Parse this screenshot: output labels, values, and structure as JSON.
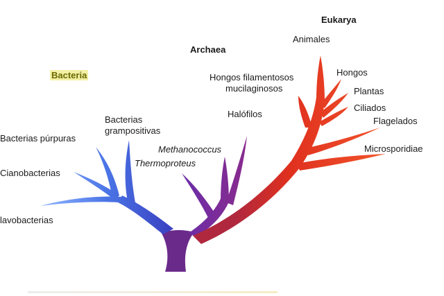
{
  "domains": {
    "bacteria": "Bacteria",
    "archaea": "Archaea",
    "eukarya": "Eukarya"
  },
  "bacteria_groups": {
    "purpuras": "Bacterias púrpuras",
    "grampositivas_line1": "Bacterias",
    "grampositivas_line2": "grampositivas",
    "cianobacterias": "Cianobacterias",
    "flavobacterias": "lavobacterias"
  },
  "archaea_groups": {
    "halofilos": "Halófilos",
    "methanococcus": "Methanococcus",
    "thermoproteus": "Thermoproteus"
  },
  "eukarya_groups": {
    "animales": "Animales",
    "hongos_fil_line1": "Hongos filamentosos",
    "hongos_fil_line2": "mucilaginosos",
    "hongos": "Hongos",
    "plantas": "Plantas",
    "ciliados": "Ciliados",
    "flagelados": "Flagelados",
    "microsporidiae": "Microsporidiae"
  },
  "colors": {
    "bacteria_branch": "#3b63d6",
    "archaea_branch": "#7a2fa0",
    "eukarya_branch": "#e0301e",
    "trunk": "#6a2a8a"
  }
}
